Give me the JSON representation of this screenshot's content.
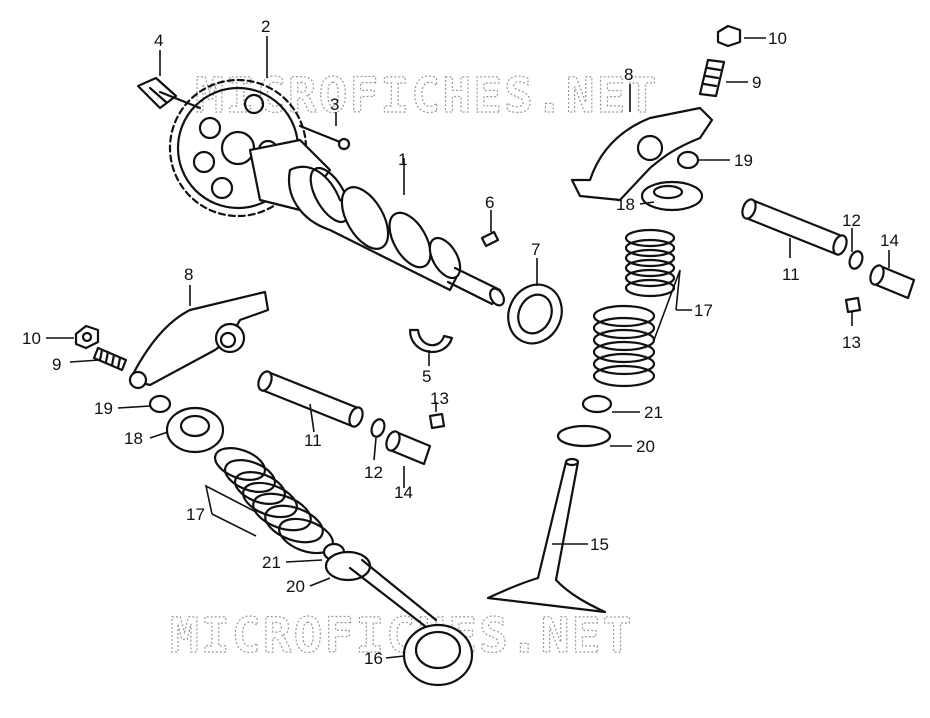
{
  "watermark": {
    "top": "MICROFICHES.NET",
    "bottom": "MICROFICHES.NET"
  },
  "callouts": [
    {
      "id": "c4",
      "text": "4"
    },
    {
      "id": "c2",
      "text": "2"
    },
    {
      "id": "c3",
      "text": "3"
    },
    {
      "id": "c1",
      "text": "1"
    },
    {
      "id": "c6",
      "text": "6"
    },
    {
      "id": "c7",
      "text": "7"
    },
    {
      "id": "c5",
      "text": "5"
    },
    {
      "id": "c8a",
      "text": "8"
    },
    {
      "id": "c10a",
      "text": "10"
    },
    {
      "id": "c9a",
      "text": "9"
    },
    {
      "id": "c19a",
      "text": "19"
    },
    {
      "id": "c18a",
      "text": "18"
    },
    {
      "id": "c11a",
      "text": "11"
    },
    {
      "id": "c13a",
      "text": "13"
    },
    {
      "id": "c12a",
      "text": "12"
    },
    {
      "id": "c14a",
      "text": "14"
    },
    {
      "id": "c17a",
      "text": "17"
    },
    {
      "id": "c21a",
      "text": "21"
    },
    {
      "id": "c20a",
      "text": "20"
    },
    {
      "id": "c16",
      "text": "16"
    },
    {
      "id": "c10b",
      "text": "10"
    },
    {
      "id": "c9b",
      "text": "9"
    },
    {
      "id": "c8b",
      "text": "8"
    },
    {
      "id": "c19b",
      "text": "19"
    },
    {
      "id": "c18b",
      "text": "18"
    },
    {
      "id": "c12b",
      "text": "12"
    },
    {
      "id": "c14b",
      "text": "14"
    },
    {
      "id": "c11b",
      "text": "11"
    },
    {
      "id": "c13b",
      "text": "13"
    },
    {
      "id": "c17b",
      "text": "17"
    },
    {
      "id": "c21b",
      "text": "21"
    },
    {
      "id": "c20b",
      "text": "20"
    },
    {
      "id": "c15",
      "text": "15"
    }
  ]
}
